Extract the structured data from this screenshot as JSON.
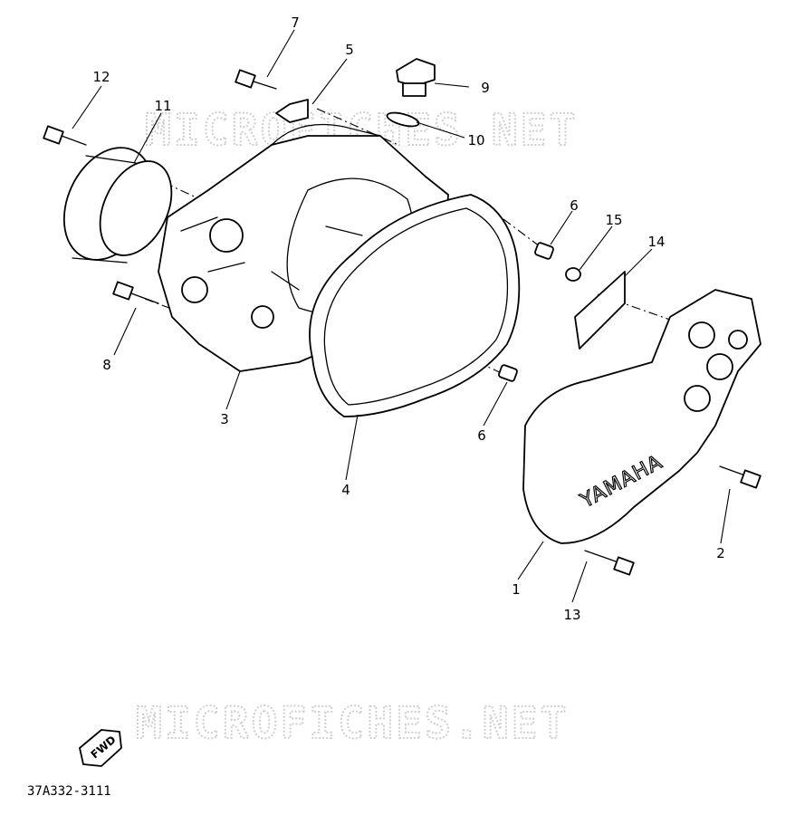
{
  "watermarks": [
    "MICROFICHES.NET",
    "MICROFICHES.NET"
  ],
  "callouts": {
    "p1": "1",
    "p2": "2",
    "p3": "3",
    "p4": "4",
    "p5": "5",
    "p6a": "6",
    "p6b": "6",
    "p7": "7",
    "p8": "8",
    "p9": "9",
    "p10": "10",
    "p11": "11",
    "p12": "12",
    "p13": "13",
    "p14": "14",
    "p15": "15"
  },
  "cover_brand": "YAMAHA",
  "forward_badge": "FWD",
  "drawing_code": "37A332-3111"
}
